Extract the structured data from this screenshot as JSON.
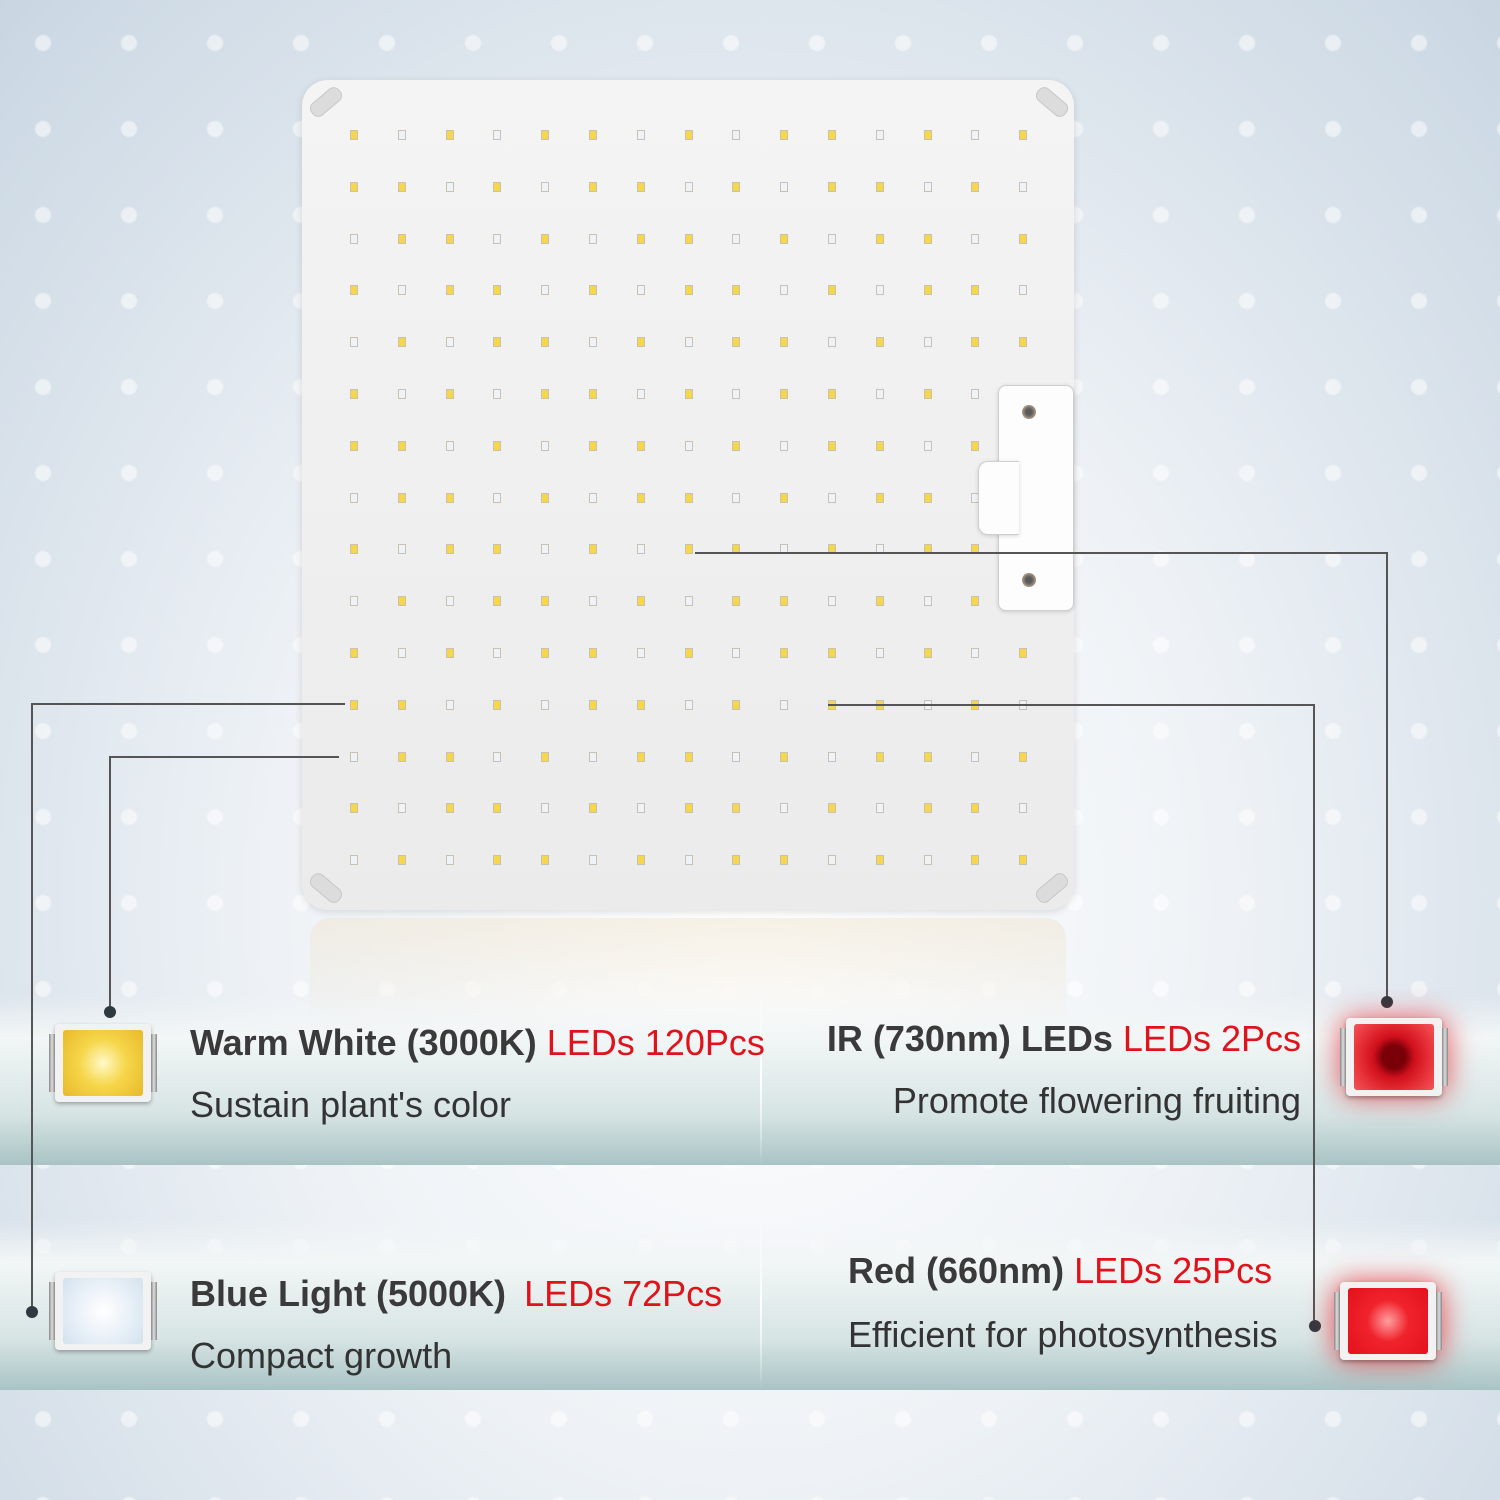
{
  "legend": {
    "warm_white": {
      "title": "Warm White (3000K)",
      "count": "LEDs 120Pcs",
      "desc": "Sustain plant's color"
    },
    "ir": {
      "title": "IR (730nm) LEDs",
      "count": "LEDs 2Pcs",
      "desc": "Promote flowering fruiting"
    },
    "blue_light": {
      "title": "Blue Light (5000K)",
      "count": "LEDs 72Pcs",
      "desc": "Compact growth"
    },
    "red": {
      "title": "Red (660nm)",
      "count": "LEDs 25Pcs",
      "desc": "Efficient for photosynthesis"
    }
  },
  "colors": {
    "accent_red": "#e0131b",
    "warm_white_led": "#f6d64a",
    "white_led": "#eef3f8",
    "ir_led": "#c4000e",
    "red_led": "#ef1b26"
  },
  "icons": [
    "warm-white-led-chip-icon",
    "blue-light-led-chip-icon",
    "ir-led-chip-icon",
    "red-led-chip-icon"
  ]
}
